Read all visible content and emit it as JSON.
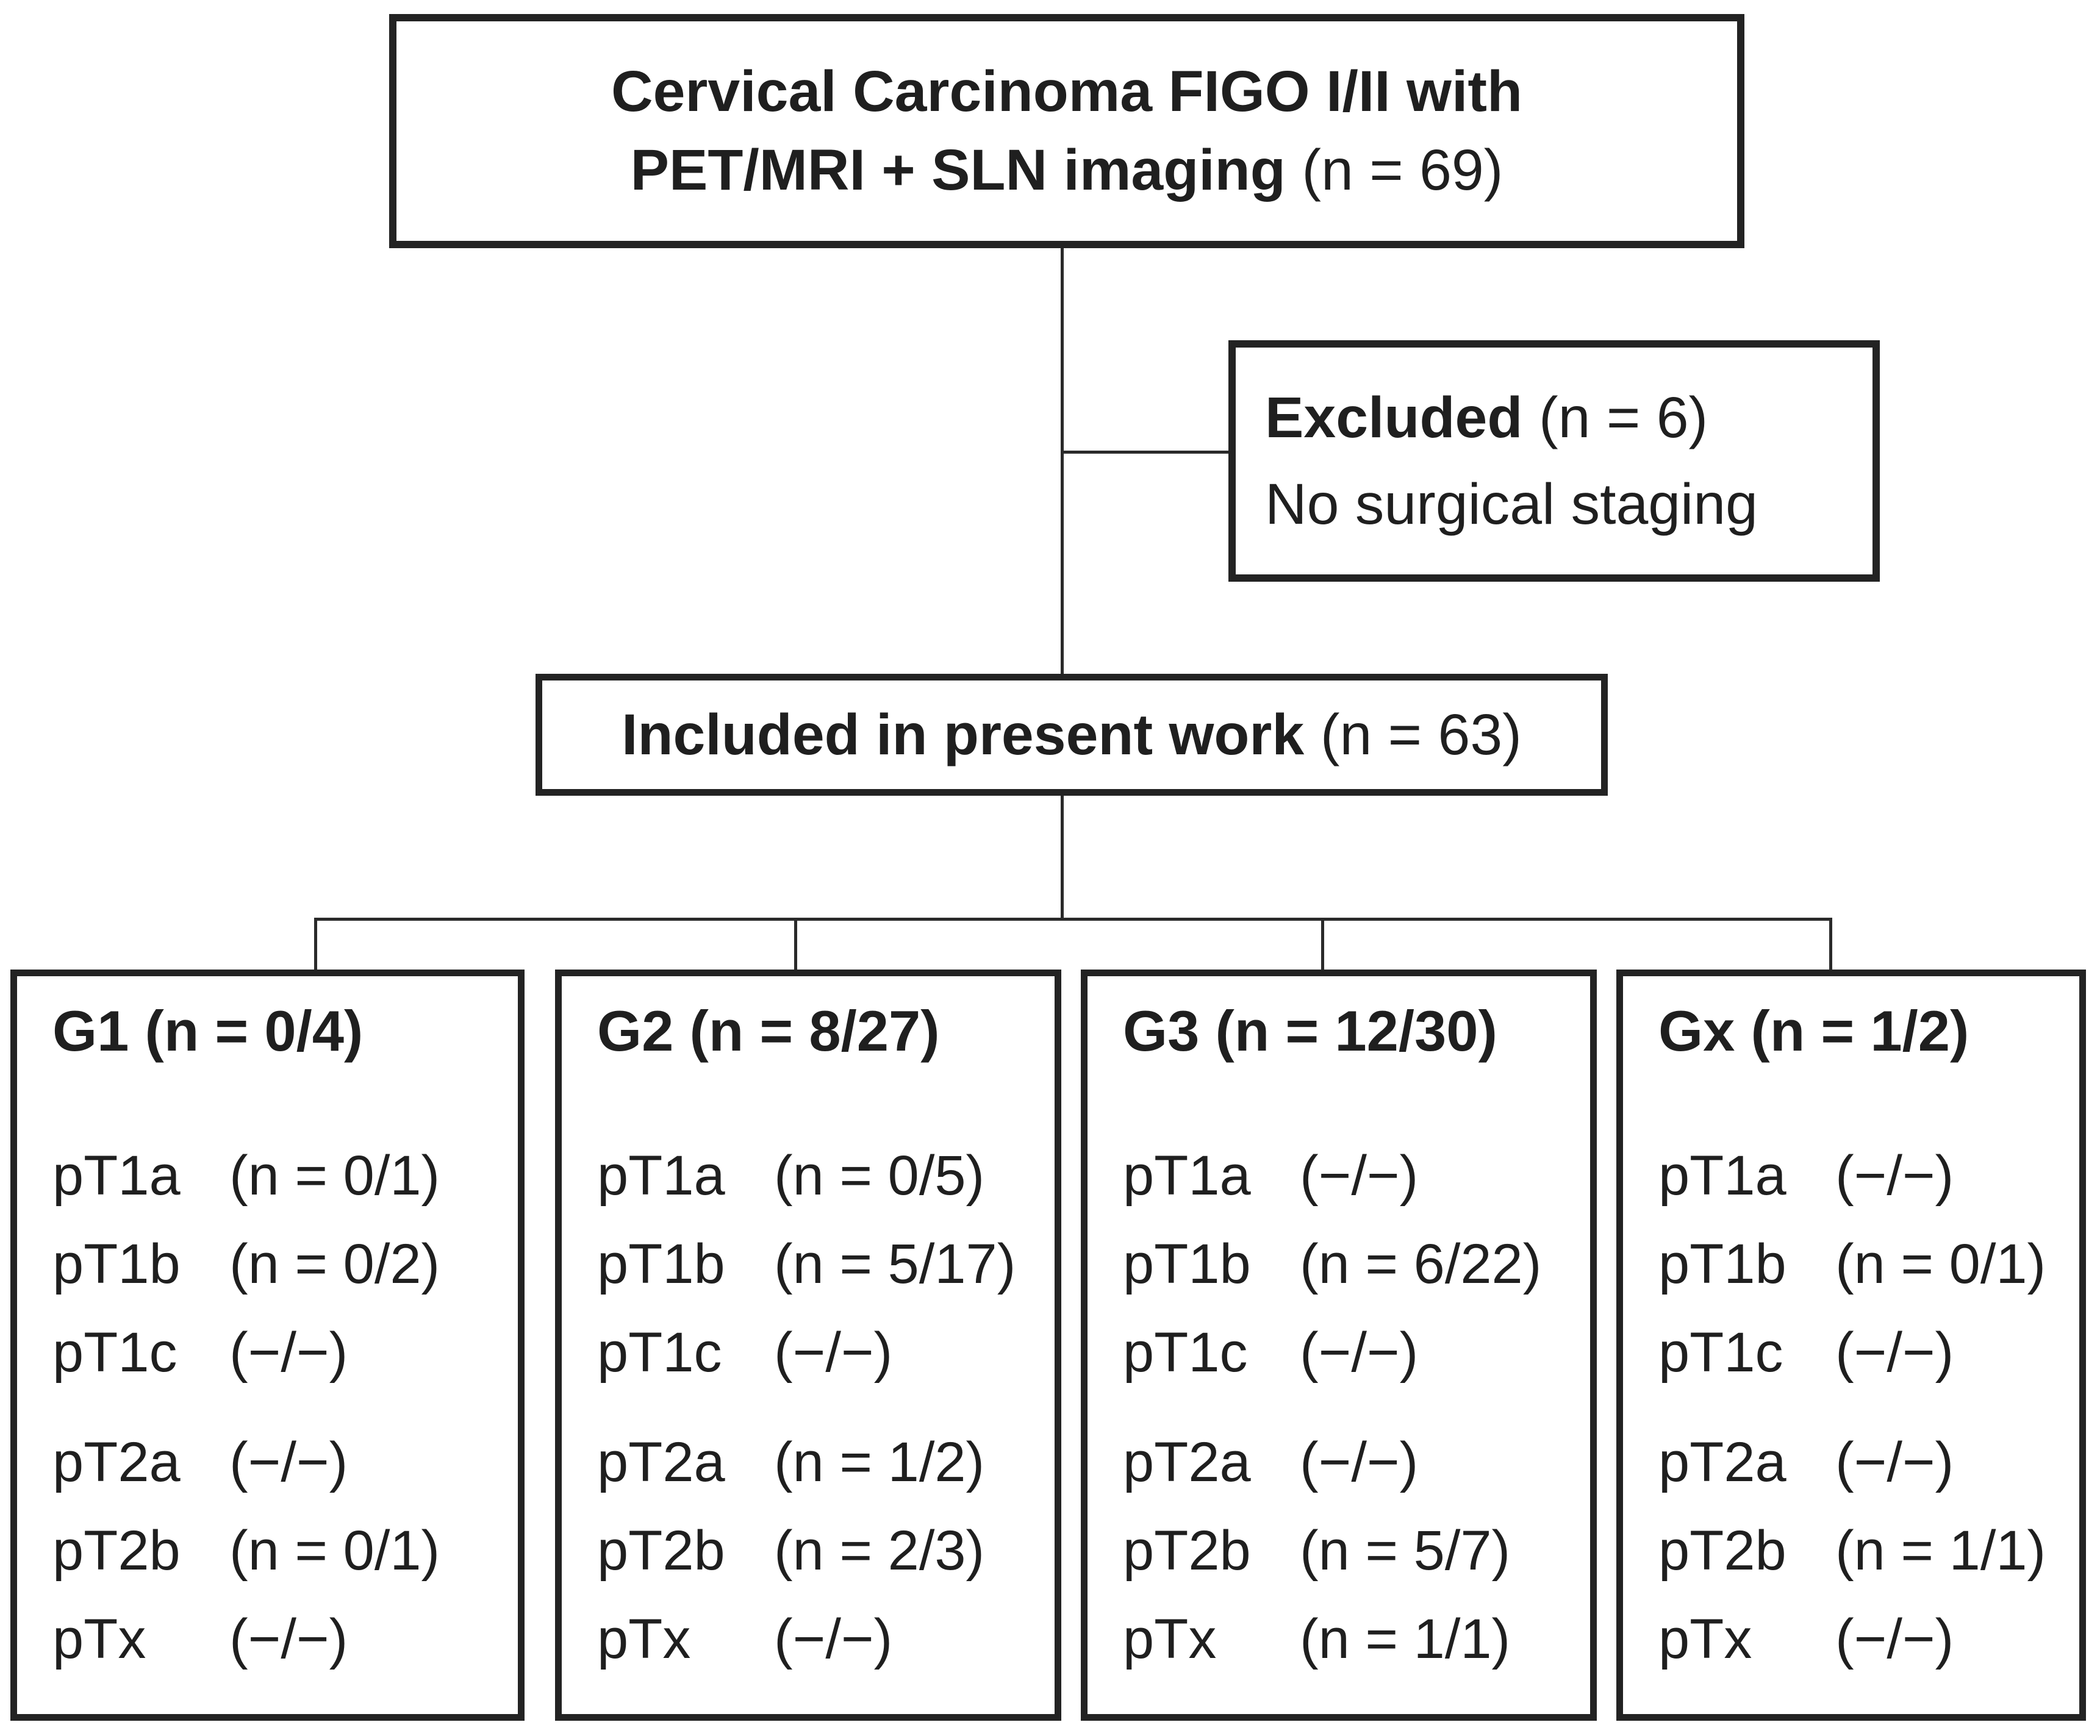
{
  "colors": {
    "ink": "#1f1f1f",
    "border": "#232323",
    "background": "#ffffff"
  },
  "flowchart": {
    "top_box": {
      "line1_bold": "Cervical Carcinoma FIGO I/II with",
      "line2_bold": "PET/MRI + SLN imaging",
      "line2_count": "(n = 69)"
    },
    "excluded_box": {
      "title_bold": "Excluded",
      "count": "(n = 6)",
      "reason": "No surgical staging"
    },
    "included_box": {
      "title_bold": "Included in present work",
      "count": "(n = 63)"
    },
    "grade_boxes": [
      {
        "header": "G1 (n = 0/4)",
        "rows": [
          {
            "label": "pT1a",
            "value": "(n = 0/1)"
          },
          {
            "label": "pT1b",
            "value": "(n = 0/2)"
          },
          {
            "label": "pT1c",
            "value": "(−/−)"
          },
          {
            "label": "pT2a",
            "value": "(−/−)"
          },
          {
            "label": "pT2b",
            "value": "(n = 0/1)"
          },
          {
            "label": "pTx",
            "value": "(−/−)"
          }
        ]
      },
      {
        "header": "G2 (n = 8/27)",
        "rows": [
          {
            "label": "pT1a",
            "value": "(n = 0/5)"
          },
          {
            "label": "pT1b",
            "value": "(n = 5/17)"
          },
          {
            "label": "pT1c",
            "value": "(−/−)"
          },
          {
            "label": "pT2a",
            "value": "(n = 1/2)"
          },
          {
            "label": "pT2b",
            "value": "(n = 2/3)"
          },
          {
            "label": "pTx",
            "value": "(−/−)"
          }
        ]
      },
      {
        "header": "G3 (n = 12/30)",
        "rows": [
          {
            "label": "pT1a",
            "value": "(−/−)"
          },
          {
            "label": "pT1b",
            "value": "(n = 6/22)"
          },
          {
            "label": "pT1c",
            "value": "(−/−)"
          },
          {
            "label": "pT2a",
            "value": "(−/−)"
          },
          {
            "label": "pT2b",
            "value": "(n = 5/7)"
          },
          {
            "label": "pTx",
            "value": "(n = 1/1)"
          }
        ]
      },
      {
        "header": "Gx (n = 1/2)",
        "rows": [
          {
            "label": "pT1a",
            "value": "(−/−)"
          },
          {
            "label": "pT1b",
            "value": "(n = 0/1)"
          },
          {
            "label": "pT1c",
            "value": "(−/−)"
          },
          {
            "label": "pT2a",
            "value": "(−/−)"
          },
          {
            "label": "pT2b",
            "value": "(n = 1/1)"
          },
          {
            "label": "pTx",
            "value": "(−/−)"
          }
        ]
      }
    ]
  }
}
